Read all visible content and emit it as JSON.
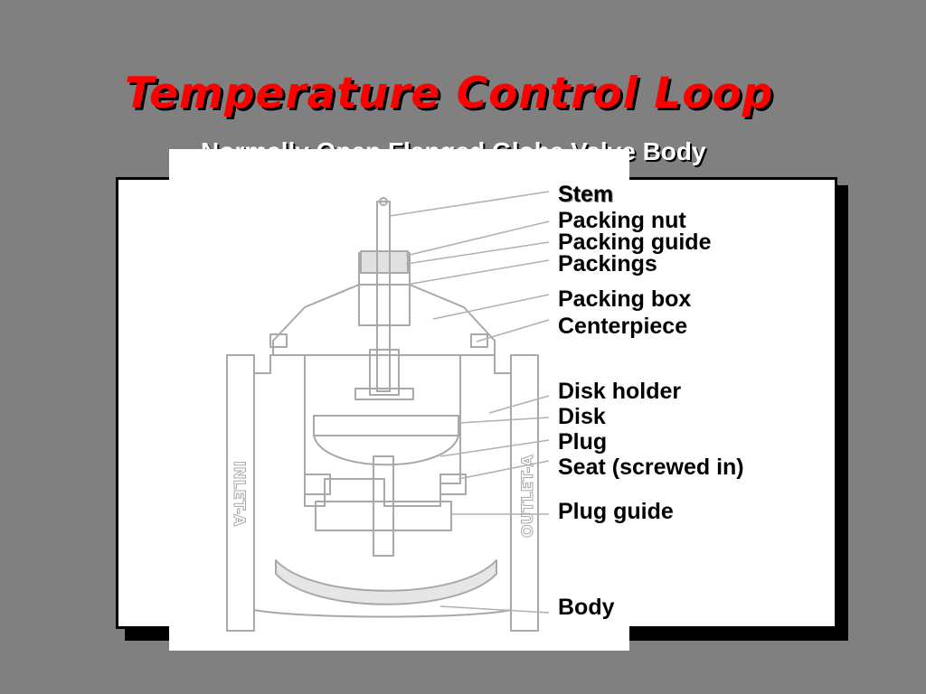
{
  "slide": {
    "title": "Temperature Control Loop",
    "subtitle": "Normally Open Flanged Globe Valve Body"
  },
  "diagram": {
    "side_labels": {
      "inlet": "INLET-A",
      "outlet": "OUTLET-A"
    },
    "parts": [
      {
        "name": "Stem"
      },
      {
        "name": "Packing nut"
      },
      {
        "name": "Packing guide"
      },
      {
        "name": "Packings"
      },
      {
        "name": "Packing box"
      },
      {
        "name": "Centerpiece"
      },
      {
        "name": "Disk holder"
      },
      {
        "name": "Disk"
      },
      {
        "name": "Plug"
      },
      {
        "name": "Seat (screwed in)"
      },
      {
        "name": "Plug guide"
      },
      {
        "name": "Body"
      }
    ]
  },
  "colors": {
    "background": "#808080",
    "title": "#ff0000",
    "subtitle": "#ffffff",
    "panel": "#ffffff",
    "line_art": "#a0a0a0"
  }
}
